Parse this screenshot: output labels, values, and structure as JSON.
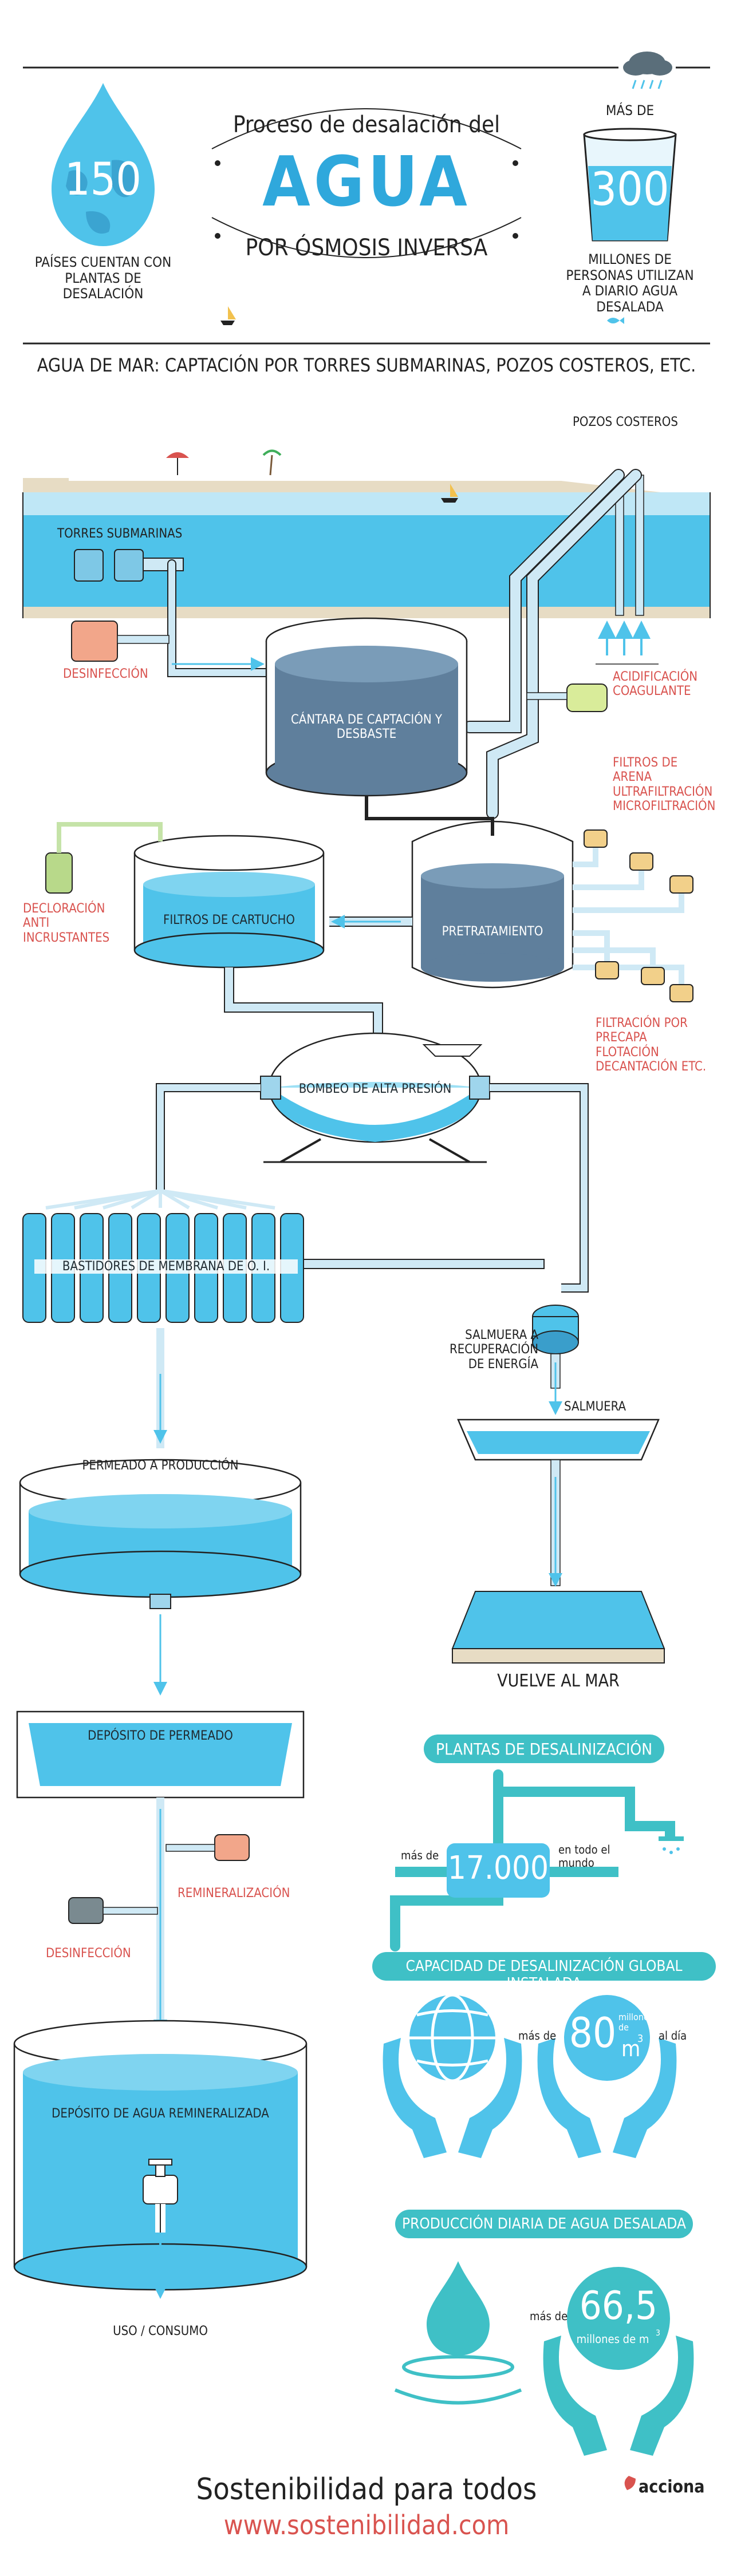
{
  "header": {
    "title_top": "Proceso de desalación del",
    "title_main": "AGUA",
    "title_bottom": "por ósmosis inversa",
    "stat_left": {
      "value": "150",
      "label": "Países cuentan con plantas de desalación"
    },
    "stat_right": {
      "prefix": "Más de",
      "value": "300",
      "label": "Millones de personas utilizan a diario agua desalada"
    }
  },
  "subtitle": "Agua de mar: captación por torres submarinas, pozos costeros, etc.",
  "labels": {
    "pozos_costeros": "Pozos costeros",
    "torres_submarinas": "Torres submarinas",
    "desinfeccion_1": "Desinfección",
    "cantara": "Cántara de captación y desbaste",
    "acidificacion": "Acidificación coagulante",
    "filtros_arena": "Filtros de arena ultrafiltración microfiltración",
    "decloracion": "Decloración anti incrustantes",
    "filtros_cartucho": "Filtros de cartucho",
    "pretratamiento": "Pretratamiento",
    "filtracion_precapa": "Filtración por precapa flotación decantación etc.",
    "bombeo": "Bombeo de alta presión",
    "bastidores": "Bastidores de membrana de O. I.",
    "salmuera_recuperacion": "Salmuera a recuperación de energía",
    "salmuera": "Salmuera",
    "permeado_produccion": "Permeado a producción",
    "vuelve_al_mar": "Vuelve al mar",
    "deposito_permeado": "Depósito de permeado",
    "remineralizacion": "Remineralización",
    "desinfeccion_2": "Desinfección",
    "deposito_remineralizada": "Depósito de agua remineralizada",
    "uso_consumo": "Uso / Consumo"
  },
  "stats": {
    "plantas_title": "Plantas de desalinización",
    "plantas_prefix": "más de",
    "plantas_value": "17.000",
    "plantas_suffix": "en todo el mundo",
    "capacidad_title": "Capacidad de desalinización global instalada",
    "capacidad_prefix": "más de",
    "capacidad_value": "80",
    "capacidad_unit_top": "millones de",
    "capacidad_unit": "m",
    "capacidad_unit_sup": "3",
    "capacidad_suffix": "al día",
    "produccion_title": "Producción diaria de agua desalada",
    "produccion_prefix": "más de",
    "produccion_value": "66,5",
    "produccion_unit": "millones de m",
    "produccion_unit_sup": "3"
  },
  "footer": {
    "slogan": "Sostenibilidad para todos",
    "url": "www.sostenibilidad.com",
    "brand": "acciona"
  },
  "colors": {
    "water": "#4fc3ea",
    "water_dark": "#3a9ecb",
    "tank_dark": "#5f7f9c",
    "teal": "#3fc0c6",
    "red_text": "#d9534f",
    "sand": "#e7dcc4",
    "pipe": "#a9d8ee"
  }
}
